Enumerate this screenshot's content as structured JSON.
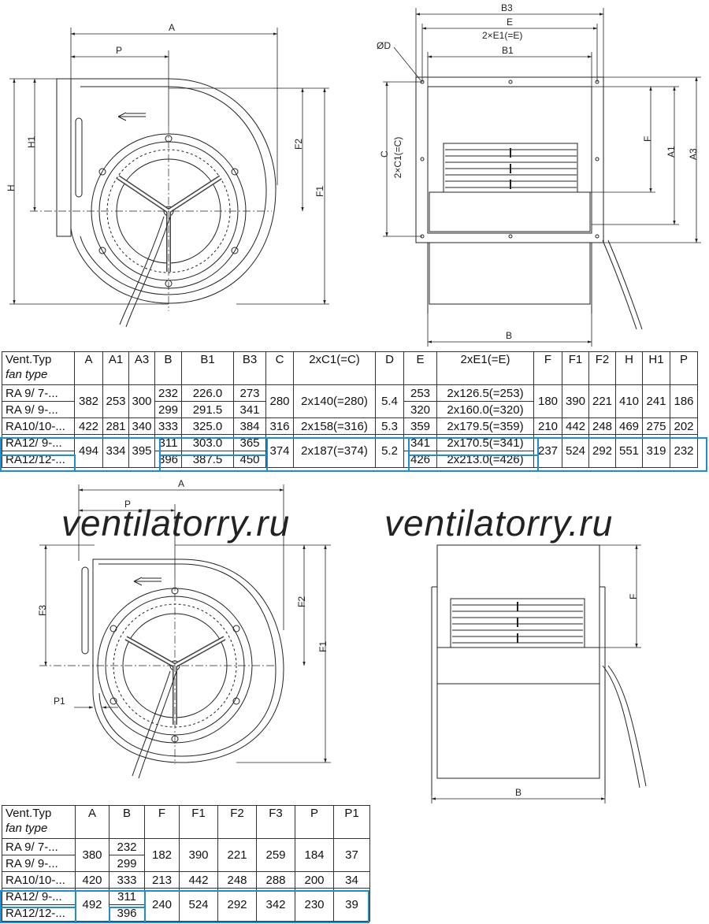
{
  "watermark": "ventilatorry.ru",
  "top_drawing": {
    "side_labels": [
      "A",
      "P",
      "H1",
      "H",
      "F2",
      "F1"
    ],
    "front_labels": [
      "B3",
      "E",
      "2×E1(=E)",
      "B1",
      "ØD",
      "C",
      "2×C1(=C)",
      "F",
      "A1",
      "A3",
      "B"
    ]
  },
  "bottom_drawing": {
    "side_labels": [
      "A",
      "P",
      "F3",
      "P1",
      "F2",
      "F1"
    ],
    "front_labels": [
      "F",
      "B"
    ]
  },
  "table1": {
    "headers": [
      "A",
      "A1",
      "A3",
      "B",
      "B1",
      "B3",
      "C",
      "2xC1(=C)",
      "D",
      "E",
      "2xE1(=E)",
      "F",
      "F1",
      "F2",
      "H",
      "H1",
      "P"
    ],
    "header_title": "Vent.Typ",
    "header_sub": "fan type",
    "rows": [
      {
        "name": "RA 9/ 7-...",
        "B": "232",
        "B1": "226.0",
        "B3": "273",
        "E": "253",
        "E1": "2x126.5(=253)"
      },
      {
        "name": "RA 9/ 9-...",
        "B": "299",
        "B1": "291.5",
        "B3": "341",
        "E": "320",
        "E1": "2x160.0(=320)"
      },
      {
        "name": "RA10/10-...",
        "B": "333",
        "B1": "325.0",
        "B3": "384",
        "E": "359",
        "E1": "2x179.5(=359)"
      },
      {
        "name": "RA12/ 9-...",
        "B": "311",
        "B1": "303.0",
        "B3": "365",
        "E": "341",
        "E1": "2x170.5(=341)"
      },
      {
        "name": "RA12/12-...",
        "B": "396",
        "B1": "387.5",
        "B3": "450",
        "E": "426",
        "E1": "2x213.0(=426)"
      }
    ],
    "groups": [
      {
        "A": "382",
        "A1": "253",
        "A3": "300",
        "C": "280",
        "C1": "2x140(=280)",
        "D": "5.4",
        "F": "180",
        "F1": "390",
        "F2": "221",
        "H": "410",
        "H1": "241",
        "P": "186"
      },
      {
        "A": "422",
        "A1": "281",
        "A3": "340",
        "C": "316",
        "C1": "2x158(=316)",
        "D": "5.3",
        "F": "210",
        "F1": "442",
        "F2": "248",
        "H": "469",
        "H1": "275",
        "P": "202"
      },
      {
        "A": "494",
        "A1": "334",
        "A3": "395",
        "C": "374",
        "C1": "2x187(=374)",
        "D": "5.2",
        "F": "237",
        "F1": "524",
        "F2": "292",
        "H": "551",
        "H1": "319",
        "P": "232"
      }
    ]
  },
  "table2": {
    "headers": [
      "A",
      "B",
      "F",
      "F1",
      "F2",
      "F3",
      "P",
      "P1"
    ],
    "header_title": "Vent.Typ",
    "header_sub": "fan type",
    "rows": [
      {
        "name": "RA 9/ 7-...",
        "B": "232"
      },
      {
        "name": "RA 9/ 9-...",
        "B": "299"
      },
      {
        "name": "RA10/10-...",
        "B": "333"
      },
      {
        "name": "RA12/ 9-...",
        "B": "311"
      },
      {
        "name": "RA12/12-...",
        "B": "396"
      }
    ],
    "groups": [
      {
        "A": "380",
        "F": "182",
        "F1": "390",
        "F2": "221",
        "F3": "259",
        "P": "184",
        "P1": "37"
      },
      {
        "A": "420",
        "F": "213",
        "F1": "442",
        "F2": "248",
        "F3": "288",
        "P": "200",
        "P1": "34"
      },
      {
        "A": "492",
        "F": "240",
        "F1": "524",
        "F2": "292",
        "F3": "342",
        "P": "230",
        "P1": "39"
      }
    ]
  },
  "highlight_color": "#1b8fd6"
}
